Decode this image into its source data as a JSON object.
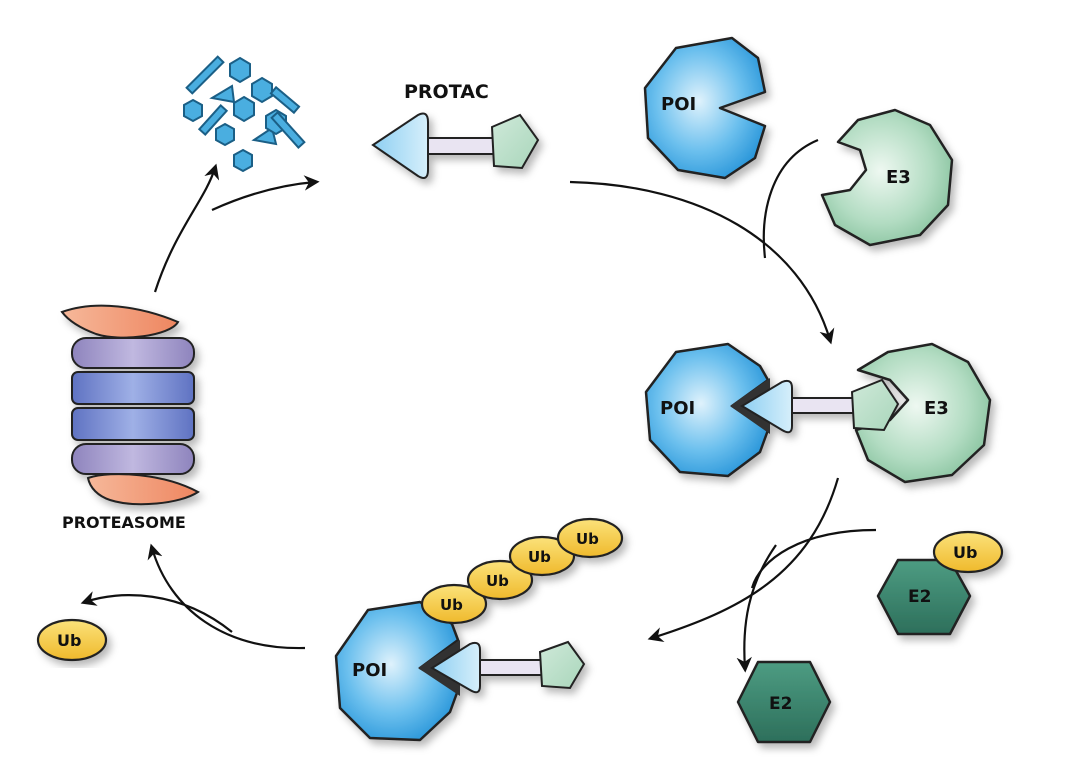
{
  "labels": {
    "protac": "PROTAC",
    "proteasome": "PROTEASOME",
    "poi": "POI",
    "e3": "E3",
    "e2": "E2",
    "ub": "Ub"
  },
  "colors": {
    "poi": "#3aa6e4",
    "poi_light": "#bfe4f8",
    "e3": "#9ed0b0",
    "e3_light": "#d7eee0",
    "e2": "#3c8a72",
    "ub": "#f2c842",
    "proteasome_cap": "#f29a76",
    "proteasome_alpha": "#a69ccc",
    "proteasome_beta": "#7f8fd2",
    "fragment": "#4aaee0",
    "arrow": "#111111"
  }
}
